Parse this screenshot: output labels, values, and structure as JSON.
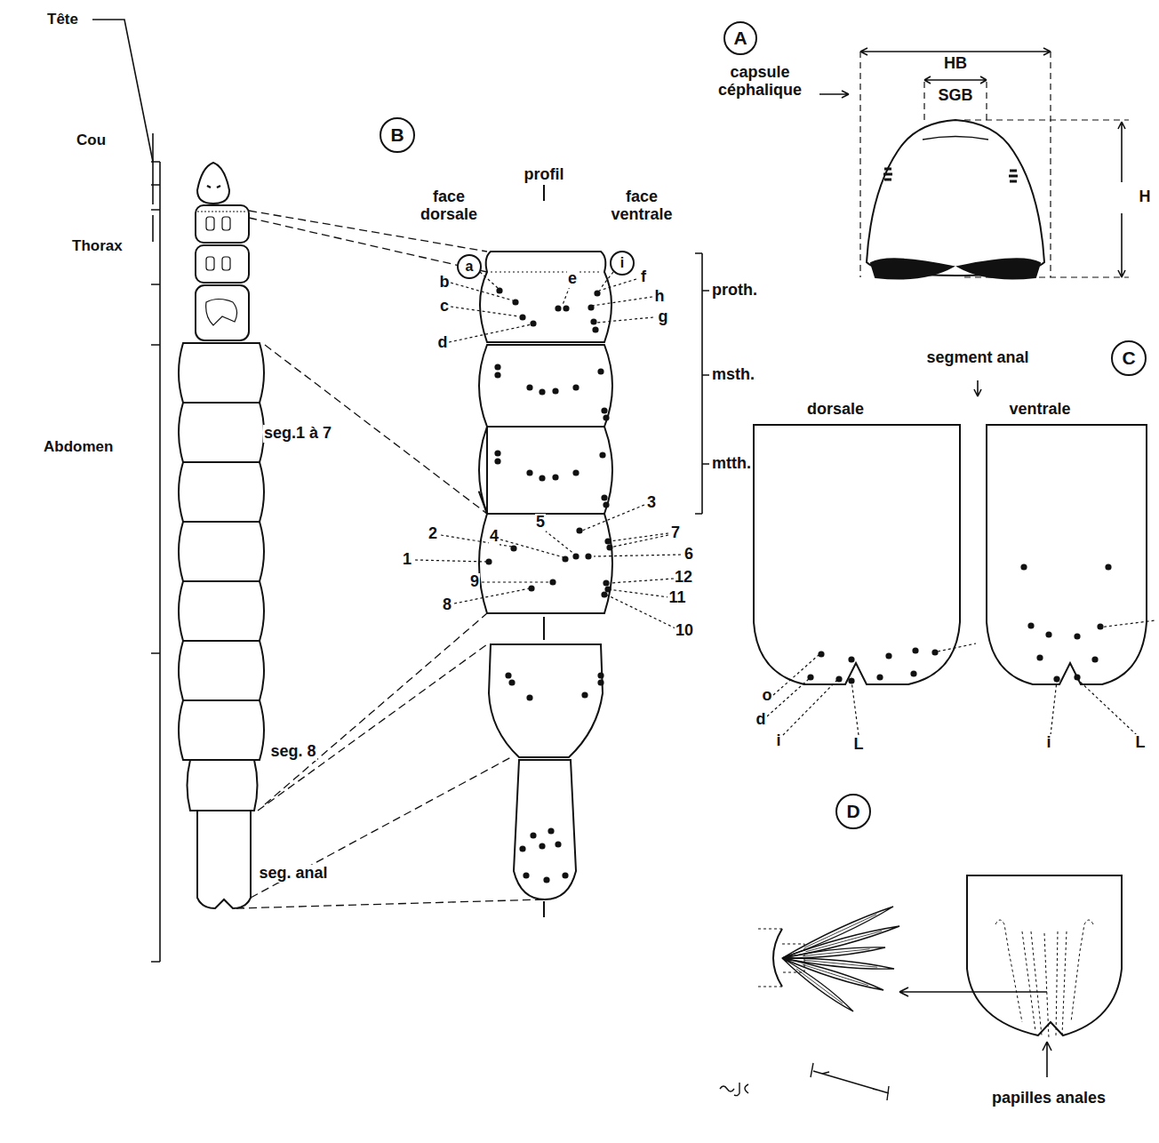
{
  "diagram": {
    "nodes": [
      {
        "text": [
          "A"
        ]
      },
      {
        "text": [
          "B"
        ]
      },
      {
        "text": [
          "C"
        ]
      },
      {
        "text": [
          "D"
        ]
      },
      {
        "text": [
          "a"
        ]
      },
      {
        "text": [
          "i"
        ]
      }
    ],
    "labels": [
      "Tête",
      "Cou",
      "Thorax",
      "Abdomen",
      "HB",
      "SGB",
      "capsule céphalique",
      "H",
      "profil",
      "face dorsale",
      "face ventrale",
      "b",
      "c",
      "d",
      "e",
      "f",
      "h",
      "g",
      "proth.",
      "msth.",
      "mtth.",
      "segment anal",
      "dorsale",
      "ventrale",
      "2",
      "4",
      "5",
      "3",
      "7",
      "1",
      "6",
      "9",
      "12",
      "11",
      "8",
      "10",
      "seg.1 à 7",
      "seg. 8",
      "seg. anal",
      "o",
      "d",
      "i",
      "L",
      "i",
      "L",
      "papilles anales"
    ]
  }
}
